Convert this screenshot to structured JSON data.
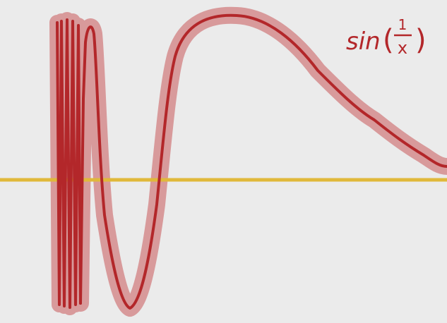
{
  "diagram": {
    "function_label": {
      "prefix": "sin",
      "numerator": "1",
      "denominator": "x"
    },
    "colors": {
      "background": "#ebebeb",
      "axis": "#e0b83a",
      "curve": "#b3272a",
      "curve_glow": "#d89a9b"
    },
    "icons": {
      "axis": "x-axis-line",
      "curve": "sine-reciprocal-curve"
    }
  }
}
